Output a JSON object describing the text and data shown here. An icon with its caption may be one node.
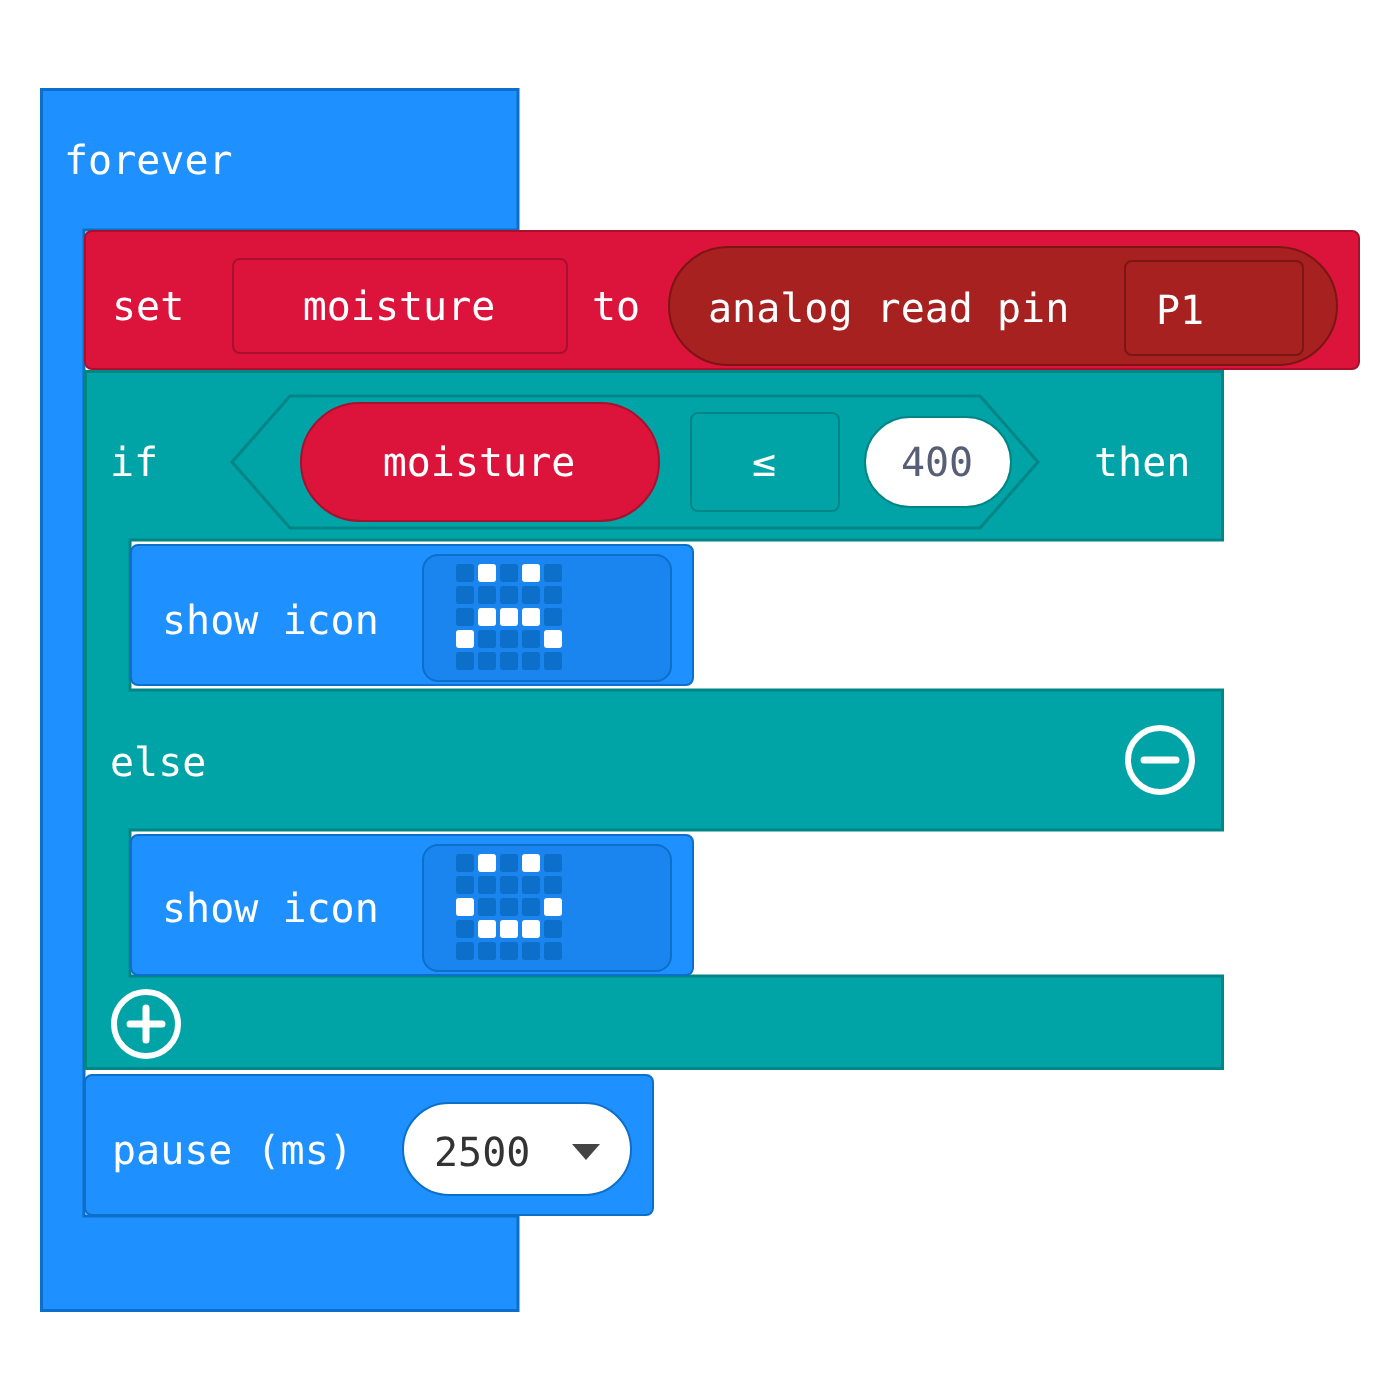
{
  "diagram": {
    "nodes": [
      {
        "text": [
          "forever"
        ]
      },
      {
        "text": [
          "set",
          "to"
        ]
      },
      {
        "text": [
          "moisture"
        ],
        "in": 1
      },
      {
        "text": [
          "analog read pin"
        ],
        "in": 1
      },
      {
        "text": [
          "P1"
        ],
        "in": 3
      },
      {
        "text": [
          "if",
          "then",
          "else"
        ]
      },
      {
        "text": [],
        "shape": "hexagon",
        "in": 5
      },
      {
        "text": [
          "moisture"
        ],
        "in": 6
      },
      {
        "text": [
          "≤"
        ],
        "in": 6
      },
      {
        "text": [
          "400"
        ],
        "in": 6
      },
      {
        "text": [
          "show icon"
        ],
        "in": 5
      },
      {
        "text": [],
        "shape": "picture",
        "in": 10
      },
      {
        "text": [
          "show icon"
        ],
        "in": 5
      },
      {
        "text": [],
        "shape": "picture",
        "in": 12
      },
      {
        "text": [
          "pause (ms)"
        ]
      },
      {
        "text": [
          "2500"
        ],
        "in": 14
      }
    ]
  }
}
